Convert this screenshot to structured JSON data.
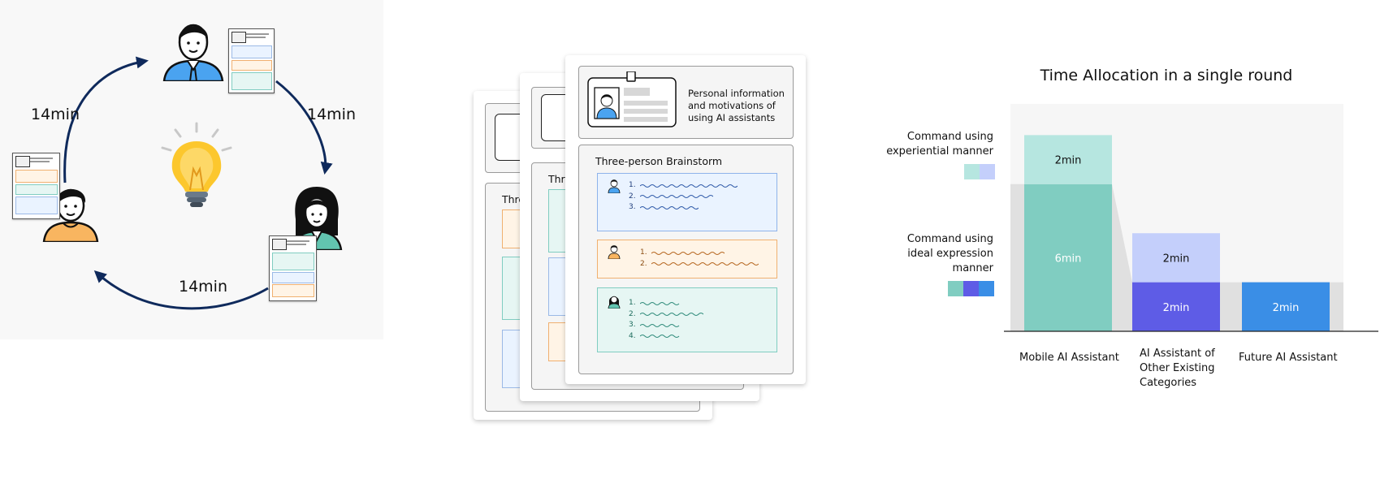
{
  "cycle": {
    "durations": [
      "14min",
      "14min",
      "14min"
    ]
  },
  "cards": {
    "front": {
      "info_text": "Personal information and motivations of using AI assistants",
      "section_title": "Three-person Brainstorm",
      "blue_items": [
        "1.",
        "2.",
        "3."
      ],
      "orange_items": [
        "1.",
        "2."
      ],
      "green_items": [
        "1.",
        "2.",
        "3.",
        "4."
      ]
    },
    "middle": {
      "section_title_partial": "Thre"
    },
    "back": {
      "section_title_partial": "Thre"
    }
  },
  "chart_data": {
    "type": "bar",
    "stacked": true,
    "title": "Time Allocation in a single round",
    "categories": [
      "Mobile AI Assistant",
      "AI Assistant of Other Existing Categories",
      "Future AI Assistant"
    ],
    "category_lines": [
      [
        "Mobile AI Assistant"
      ],
      [
        "AI Assistant of",
        "Other Existing",
        "Categories"
      ],
      [
        "Future AI Assistant"
      ]
    ],
    "units": "min",
    "ylim": [
      0,
      9
    ],
    "series": [
      {
        "name": "Command using ideal expression manner",
        "values": [
          6,
          2,
          2
        ],
        "segment_labels": [
          "6min",
          "2min",
          "2min"
        ],
        "colors": [
          "#80cdc1",
          "#5e5ce6",
          "#3a8ee6"
        ]
      },
      {
        "name": "Command using experiential manner",
        "values": [
          2,
          2,
          0
        ],
        "segment_labels": [
          "2min",
          "2min",
          ""
        ],
        "colors": [
          "#b6e6e0",
          "#c4cffb",
          "#c4cffb"
        ]
      }
    ],
    "legend": [
      {
        "label_lines": [
          "Command using",
          "experiential manner"
        ],
        "swatches": [
          "#b6e6e0",
          "#c4cffb"
        ]
      },
      {
        "label_lines": [
          "Command using",
          "ideal expression",
          "manner"
        ],
        "swatches": [
          "#80cdc1",
          "#5e5ce6",
          "#3a8ee6"
        ]
      }
    ],
    "legend_placement": "left",
    "grid": false
  }
}
